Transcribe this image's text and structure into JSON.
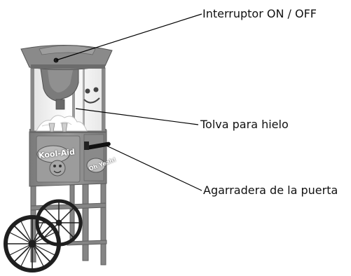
{
  "diagram": {
    "labels": {
      "switch": "Interruptor ON / OFF",
      "hopper": "Tolva para hielo",
      "handle": "Agarradera de la puerta"
    },
    "decals": {
      "brand": "Kool-Aid",
      "slogan": "Oh Yeah!"
    },
    "colors": {
      "body": "#8e8e8e",
      "body_dark": "#6f6f6f",
      "frame": "#7d7d7d",
      "glass": "#f4f4f4",
      "wheel": "#1f1f1f",
      "leader": "#000000"
    }
  }
}
